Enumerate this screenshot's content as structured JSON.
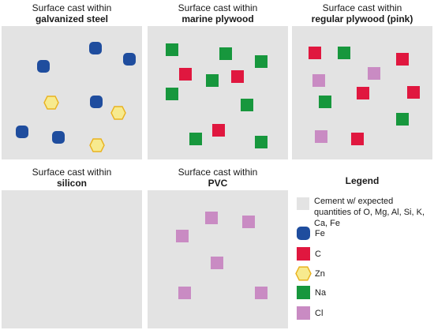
{
  "panels": [
    {
      "id": "galvanized-steel",
      "title_line1": "Surface cast within",
      "title_line2": "galvanized steel"
    },
    {
      "id": "marine-plywood",
      "title_line1": "Surface cast within",
      "title_line2": "marine plywood"
    },
    {
      "id": "regular-plywood",
      "title_line1": "Surface cast within",
      "title_line2": "regular plywood (pink)"
    },
    {
      "id": "silicon",
      "title_line1": "Surface cast within",
      "title_line2": "silicon"
    },
    {
      "id": "pvc",
      "title_line1": "Surface cast within",
      "title_line2": "PVC"
    }
  ],
  "legend": {
    "title": "Legend",
    "cement_text": "Cement w/ expected quantities of O, Mg, Al,  Si, K, Ca, Fe",
    "items": [
      {
        "element": "Fe",
        "shape": "rounded-square",
        "color": "#1f4d9e"
      },
      {
        "element": "C",
        "shape": "square",
        "color": "#e0173f"
      },
      {
        "element": "Zn",
        "shape": "hexagon",
        "color": "#f7ea8e"
      },
      {
        "element": "Na",
        "shape": "square",
        "color": "#17973d"
      },
      {
        "element": "Cl",
        "shape": "square",
        "color": "#c98bc3"
      }
    ]
  },
  "colors": {
    "cement": "#e3e3e3",
    "fe": "#1f4d9e",
    "c": "#e0173f",
    "zn": "#f7ea8e",
    "zn_stroke": "#e9b21f",
    "na": "#17973d",
    "cl": "#c98bc3"
  }
}
